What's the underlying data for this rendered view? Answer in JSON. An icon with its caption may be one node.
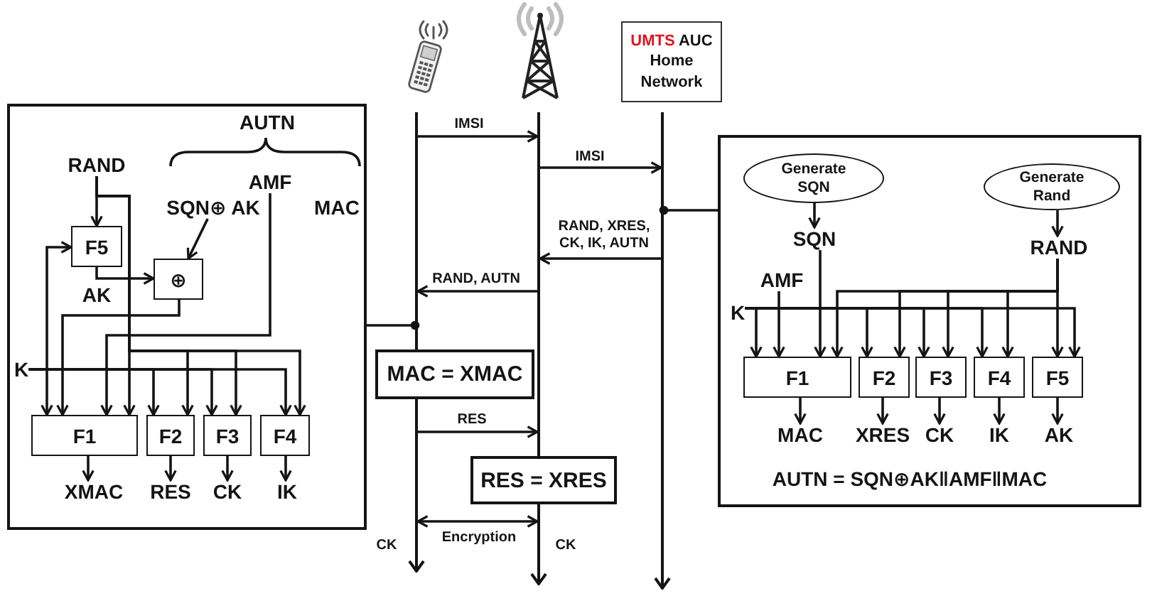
{
  "diagram": {
    "nodes": [
      {
        "text": [],
        "shape": "box"
      },
      {
        "text": [
          "RAND"
        ],
        "in": 0
      },
      {
        "text": [
          "AMF"
        ],
        "in": 0
      },
      {
        "text": [
          "SQN⊕ AK"
        ],
        "in": 0
      },
      {
        "text": [
          "F5"
        ],
        "in": 0
      },
      {
        "text": [
          "⊕"
        ],
        "in": 0
      },
      {
        "text": [
          "K"
        ],
        "in": 0
      },
      {
        "text": [
          "F1"
        ],
        "in": 0
      },
      {
        "text": [
          "F2"
        ],
        "in": 0
      },
      {
        "text": [
          "F3"
        ],
        "in": 0
      },
      {
        "text": [
          "F4"
        ],
        "in": 0
      },
      {
        "text": [
          "XMAC"
        ],
        "in": 0
      },
      {
        "text": [
          "RES"
        ],
        "in": 0
      },
      {
        "text": [
          "CK"
        ],
        "in": 0
      },
      {
        "text": [
          "IK"
        ],
        "in": 0
      },
      {
        "text": [],
        "shape": "picture"
      },
      {
        "text": [],
        "shape": "picture"
      },
      {
        "text": [
          "UMTS",
          "AUC Home Network"
        ]
      },
      {
        "text": [],
        "shape": "bar"
      },
      {
        "text": [],
        "shape": "bar"
      },
      {
        "text": [],
        "shape": "bar"
      },
      {
        "text": [
          "MAC = XMAC"
        ]
      },
      {
        "text": [
          "RES = XRES"
        ]
      },
      {
        "text": [],
        "shape": "box"
      },
      {
        "text": [
          "Generate SQN"
        ],
        "in": 23
      },
      {
        "text": [
          "Generate Rand"
        ],
        "in": 23
      },
      {
        "text": [
          "SQN"
        ],
        "in": 23
      },
      {
        "text": [
          "RAND"
        ],
        "in": 23
      },
      {
        "text": [
          "AMF"
        ],
        "in": 23
      },
      {
        "text": [
          "K"
        ],
        "in": 23
      },
      {
        "text": [
          "F1"
        ],
        "in": 23
      },
      {
        "text": [
          "F2"
        ],
        "in": 23
      },
      {
        "text": [
          "F3"
        ],
        "in": 23
      },
      {
        "text": [
          "F4"
        ],
        "in": 23
      },
      {
        "text": [
          "F5"
        ],
        "in": 23
      },
      {
        "text": [
          "MAC"
        ],
        "in": 23
      },
      {
        "text": [
          "XRES"
        ],
        "in": 23
      },
      {
        "text": [
          "CK"
        ],
        "in": 23
      },
      {
        "text": [
          "IK"
        ],
        "in": 23
      },
      {
        "text": [
          "AK"
        ],
        "in": 23
      }
    ],
    "edges": [
      {
        "from": 1,
        "to": 4,
        "arrow": "to"
      },
      {
        "from": 1,
        "to": 7,
        "arrow": "to"
      },
      {
        "from": 1,
        "to": 8,
        "arrow": "to"
      },
      {
        "from": 1,
        "to": 9,
        "arrow": "to"
      },
      {
        "from": 1,
        "to": 10,
        "arrow": "to"
      },
      {
        "from": 6,
        "to": 4,
        "arrow": "to"
      },
      {
        "from": 6,
        "to": 7,
        "arrow": "to"
      },
      {
        "from": 6,
        "to": 8,
        "arrow": "to"
      },
      {
        "from": 6,
        "to": 9,
        "arrow": "to"
      },
      {
        "from": 6,
        "to": 10,
        "arrow": "to"
      },
      {
        "from": 3,
        "to": 5,
        "arrow": "to"
      },
      {
        "from": 4,
        "to": 5,
        "arrow": "to",
        "label": "AK"
      },
      {
        "from": 5,
        "to": 7,
        "arrow": "to"
      },
      {
        "from": 2,
        "to": 7,
        "arrow": "to"
      },
      {
        "from": 7,
        "to": 11,
        "arrow": "to"
      },
      {
        "from": 8,
        "to": 12,
        "arrow": "to"
      },
      {
        "from": 9,
        "to": 13,
        "arrow": "to"
      },
      {
        "from": 10,
        "to": 14,
        "arrow": "to"
      },
      {
        "from": 18,
        "to": 19,
        "arrow": "to",
        "label": "IMSI"
      },
      {
        "from": 19,
        "to": 20,
        "arrow": "to",
        "label": "IMSI"
      },
      {
        "from": 20,
        "to": 23,
        "arrow": "other"
      },
      {
        "from": 20,
        "to": 19,
        "arrow": "to",
        "label": "RAND, XRES, CK, IK, AUTN"
      },
      {
        "from": 19,
        "to": 18,
        "arrow": "to",
        "label": "RAND, AUTN"
      },
      {
        "from": 18,
        "to": 0,
        "arrow": "other"
      },
      {
        "from": 18,
        "to": 19,
        "arrow": "to",
        "label": "RES"
      },
      {
        "from": 18,
        "to": 19,
        "arrow": "both",
        "label": "Encryption"
      },
      {
        "from": 24,
        "to": 26,
        "arrow": "to"
      },
      {
        "from": 25,
        "to": 27,
        "arrow": "to"
      },
      {
        "from": 26,
        "to": 30,
        "arrow": "to"
      },
      {
        "from": 27,
        "to": 30,
        "arrow": "to"
      },
      {
        "from": 27,
        "to": 31,
        "arrow": "to"
      },
      {
        "from": 27,
        "to": 32,
        "arrow": "to"
      },
      {
        "from": 27,
        "to": 33,
        "arrow": "to"
      },
      {
        "from": 27,
        "to": 34,
        "arrow": "to"
      },
      {
        "from": 28,
        "to": 30,
        "arrow": "to"
      },
      {
        "from": 29,
        "to": 30,
        "arrow": "to"
      },
      {
        "from": 29,
        "to": 31,
        "arrow": "to"
      },
      {
        "from": 29,
        "to": 32,
        "arrow": "to"
      },
      {
        "from": 29,
        "to": 33,
        "arrow": "to"
      },
      {
        "from": 29,
        "to": 34,
        "arrow": "to"
      },
      {
        "from": 30,
        "to": 35,
        "arrow": "to"
      },
      {
        "from": 31,
        "to": 36,
        "arrow": "to"
      },
      {
        "from": 32,
        "to": 37,
        "arrow": "to"
      },
      {
        "from": 33,
        "to": 38,
        "arrow": "to"
      },
      {
        "from": 34,
        "to": 39,
        "arrow": "to"
      }
    ],
    "labels": [
      "AUTN",
      "MAC",
      "AUTN = SQN⊕AK‖AMF‖MAC",
      "CK",
      "CK"
    ]
  }
}
